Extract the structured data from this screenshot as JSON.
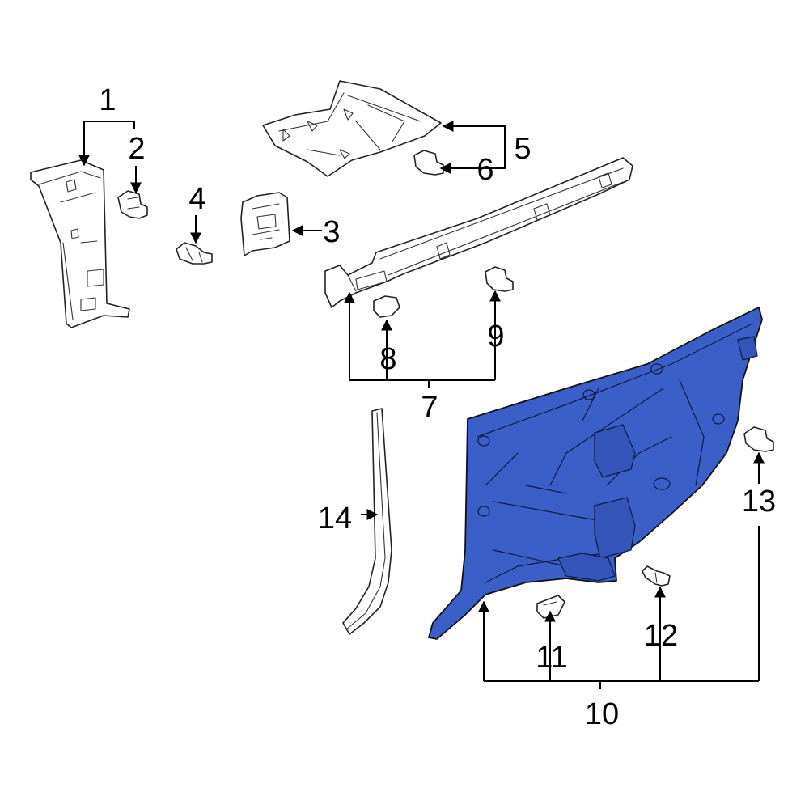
{
  "colors": {
    "highlight": "#3a5fc8",
    "outline": "#222222",
    "leader": "#000000",
    "background": "#ffffff"
  },
  "callouts": [
    {
      "id": "1",
      "label": "1"
    },
    {
      "id": "2",
      "label": "2"
    },
    {
      "id": "3",
      "label": "3"
    },
    {
      "id": "4",
      "label": "4"
    },
    {
      "id": "5",
      "label": "5"
    },
    {
      "id": "6",
      "label": "6"
    },
    {
      "id": "7",
      "label": "7"
    },
    {
      "id": "8",
      "label": "8"
    },
    {
      "id": "9",
      "label": "9"
    },
    {
      "id": "10",
      "label": "10"
    },
    {
      "id": "11",
      "label": "11"
    },
    {
      "id": "12",
      "label": "12"
    },
    {
      "id": "13",
      "label": "13"
    },
    {
      "id": "14",
      "label": "14"
    }
  ],
  "highlighted_part": "10"
}
